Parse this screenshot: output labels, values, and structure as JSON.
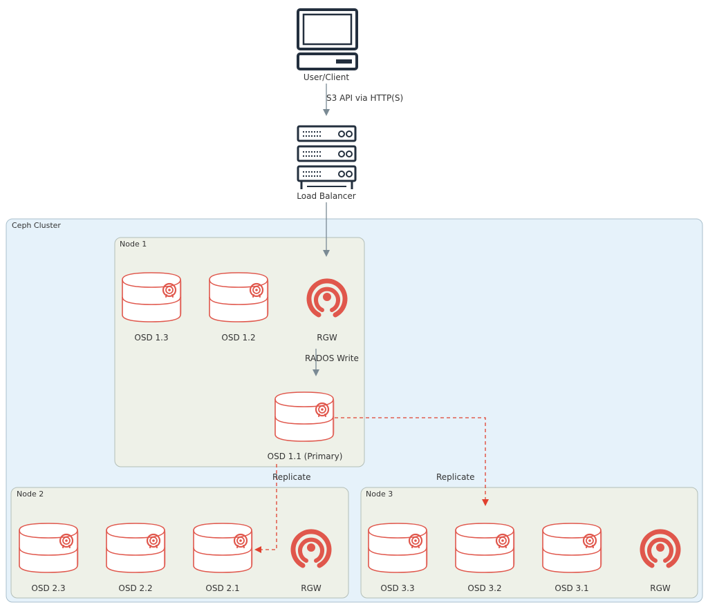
{
  "nodes": {
    "client": {
      "label": "User/Client",
      "icon": "computer-terminal-icon"
    },
    "lb": {
      "label": "Load Balancer",
      "icon": "server-rack-icon"
    },
    "osd13": {
      "label": "OSD 1.3",
      "icon": "ceph-disk-icon"
    },
    "osd12": {
      "label": "OSD 1.2",
      "icon": "ceph-disk-icon"
    },
    "rgw1": {
      "label": "RGW",
      "icon": "ceph-logo-icon"
    },
    "osd11": {
      "label": "OSD 1.1 (Primary)",
      "icon": "ceph-disk-icon"
    },
    "osd23": {
      "label": "OSD 2.3",
      "icon": "ceph-disk-icon"
    },
    "osd22": {
      "label": "OSD 2.2",
      "icon": "ceph-disk-icon"
    },
    "osd21": {
      "label": "OSD 2.1",
      "icon": "ceph-disk-icon"
    },
    "rgw2": {
      "label": "RGW",
      "icon": "ceph-logo-icon"
    },
    "osd33": {
      "label": "OSD 3.3",
      "icon": "ceph-disk-icon"
    },
    "osd32": {
      "label": "OSD 3.2",
      "icon": "ceph-disk-icon"
    },
    "osd31": {
      "label": "OSD 3.1",
      "icon": "ceph-disk-icon"
    },
    "rgw3": {
      "label": "RGW",
      "icon": "ceph-logo-icon"
    }
  },
  "groups": {
    "cluster": "Ceph Cluster",
    "node1": "Node 1",
    "node2": "Node 2",
    "node3": "Node 3"
  },
  "edges": {
    "client_lb": "S3 API via HTTP(S)",
    "rgw_osd11": "RADOS Write",
    "replicate_node2": "Replicate",
    "replicate_node3": "Replicate"
  },
  "colors": {
    "cluster_bg": "#e6f2fa",
    "node_bg": "#eef1e8",
    "ceph_red": "#e0574c",
    "edge_gray": "#7a8a94",
    "replicate_red": "#e0412f",
    "icon_dark": "#232f3e"
  }
}
